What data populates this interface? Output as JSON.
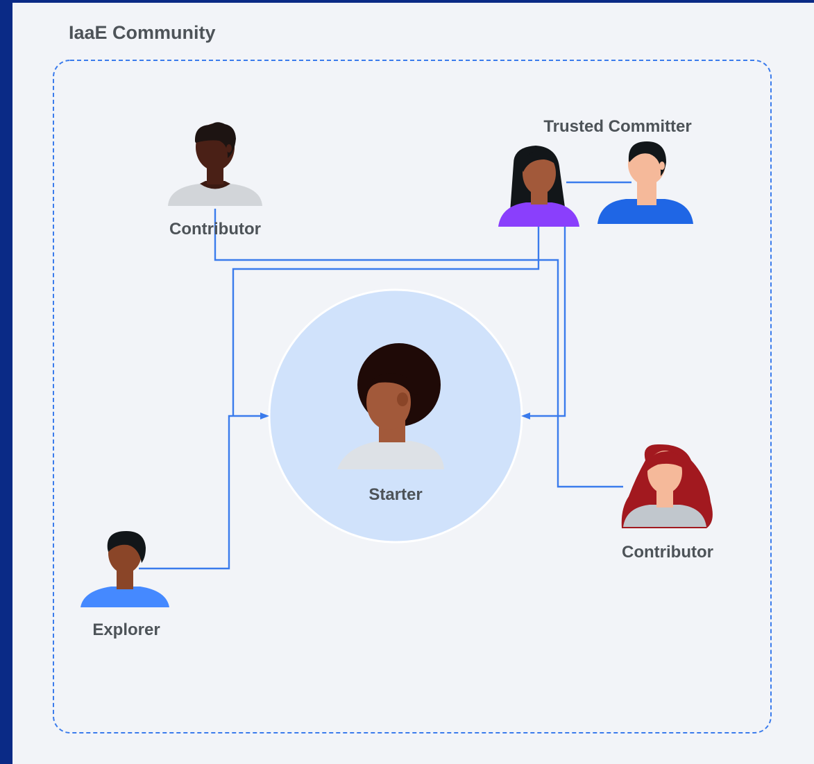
{
  "title": "IaaE Community",
  "roles": {
    "contributor_top": "Contributor",
    "trusted_committer": "Trusted Committer",
    "starter": "Starter",
    "contributor_right": "Contributor",
    "explorer": "Explorer"
  },
  "colors": {
    "background_outer": "#0a2a86",
    "canvas": "#f2f4f8",
    "boundary": "#3a7bec",
    "connector": "#3a7bec",
    "starter_circle": "#d0e2fb",
    "label_text": "#4d5358"
  }
}
